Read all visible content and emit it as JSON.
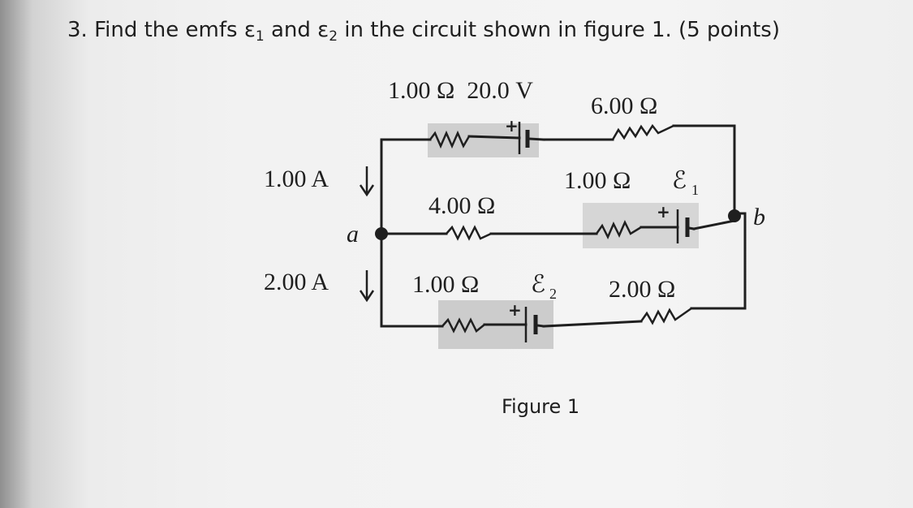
{
  "question": {
    "prefix": "3. Find the emfs ε",
    "sub1": "1",
    "middle": " and ε",
    "sub2": "2",
    "suffix": " in the circuit shown in figure 1. (5 points)"
  },
  "figure": {
    "top_battery_label": "1.00 Ω  20.0 V",
    "top_right_resistor": "6.00 Ω",
    "middle_left_resistor": "4.00 Ω",
    "middle_right_label": "1.00 Ω",
    "emf1_symbol": "ℰ",
    "emf1_sub": "1",
    "bottom_battery_label": "1.00 Ω",
    "emf2_symbol": "ℰ",
    "emf2_sub": "2",
    "bottom_right_resistor": "2.00 Ω",
    "current_top": "1.00 A",
    "current_bottom": "2.00 A",
    "node_a": "a",
    "node_b": "b",
    "plus_sign": "+",
    "caption": "Figure 1"
  }
}
